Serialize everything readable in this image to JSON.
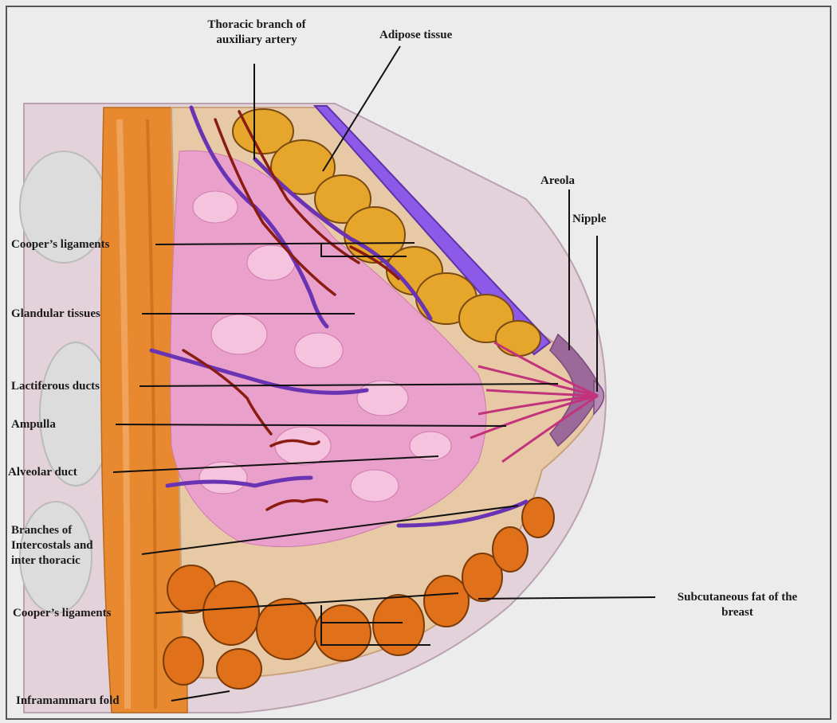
{
  "labels": {
    "thoracic_branch": "Thoracic branch of\nauxiliary artery",
    "adipose": "Adipose tissue",
    "areola": "Areola",
    "nipple": "Nipple",
    "coopers_top": "Cooper’s ligaments",
    "glandular": "Glandular tissues",
    "lactiferous": "Lactiferous ducts",
    "ampulla": "Ampulla",
    "alveolar": "Alveolar duct",
    "branches": "Branches of\nIntercostals and\ninter thoracic",
    "subcutaneous": "Subcutaneous fat of the\nbreast",
    "coopers_bottom": "Cooper’s ligaments",
    "inframammary": "Inframammaru fold"
  },
  "colors": {
    "background": "#ececec",
    "muscle": "#e8892f",
    "fat": "#e88a1a",
    "gland_pink": "#e9a0cb",
    "skin_lavender": "#8d59e8",
    "vein_purple": "#6a33b3",
    "artery_red": "#8a1c12"
  }
}
